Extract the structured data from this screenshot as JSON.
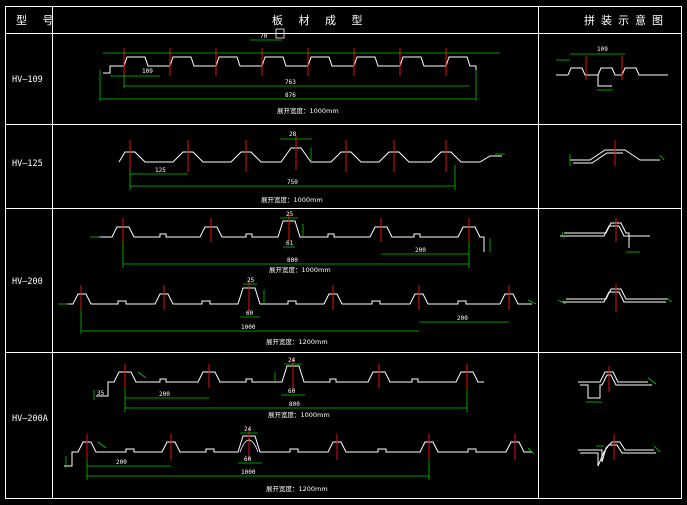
{
  "header": {
    "model_col": "型  号",
    "profile_col": "板 材 成 型",
    "assembly_col": "拼装示意图"
  },
  "rows": [
    {
      "model": "HV—109",
      "dims": [
        "70",
        "109",
        "763",
        "876"
      ],
      "caption": "展开宽度：1000mm",
      "assembly_dims": [
        "109"
      ]
    },
    {
      "model": "HV—125",
      "dims": [
        "28",
        "125",
        "750"
      ],
      "caption": "展开宽度：1000mm"
    },
    {
      "model": "HV—200",
      "dims": [
        "25",
        "61",
        "200",
        "800",
        "25",
        "60",
        "200",
        "1000"
      ],
      "captions": [
        "展开宽度：1000mm",
        "展开宽度：1200mm"
      ]
    },
    {
      "model": "HV—200A",
      "dims": [
        "24",
        "35",
        "60",
        "200",
        "800",
        "24",
        "60",
        "200",
        "1000"
      ],
      "captions": [
        "展开宽度：1000mm",
        "展开宽度：1200mm"
      ]
    }
  ],
  "colors": {
    "border": "#ffffff",
    "profile": "#ffffff",
    "dimension": "#00c800",
    "centerline": "#e01010",
    "background": "#000000"
  }
}
